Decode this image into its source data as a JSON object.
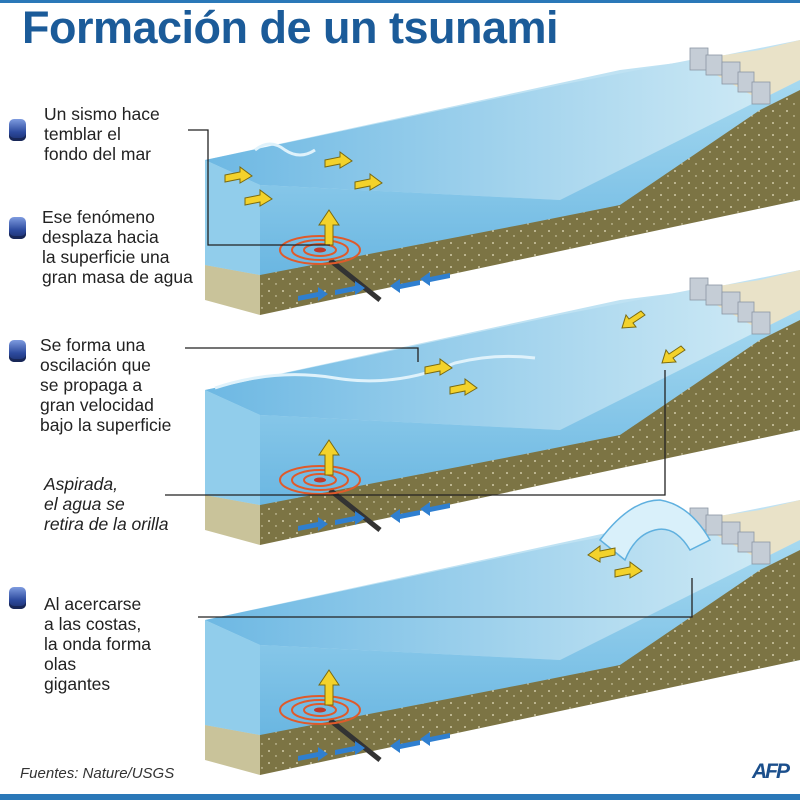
{
  "title": "Formación de un tsunami",
  "steps": [
    {
      "text": "Un sismo hace\ntemblar el\nfondo del mar"
    },
    {
      "text": "Ese fenómeno\ndesplaza hacia\nla superficie una\ngran masa de agua"
    },
    {
      "text": "Se forma una\noscilación que\nse propaga a\ngran velocidad\nbajo la superficie"
    },
    {
      "text": "Al acercarse\na las costas,\nla onda forma\nolas\ngigantes"
    }
  ],
  "note": "Aspirada,\nel agua se\nretira de la orilla",
  "source": "Fuentes: Nature/USGS",
  "logo": "AFP",
  "colors": {
    "title": "#1b5b99",
    "water": "#8fcdeb",
    "ground": "#7c7444",
    "arrow": "#f3d22b",
    "push_arrow": "#2f7fd0"
  }
}
